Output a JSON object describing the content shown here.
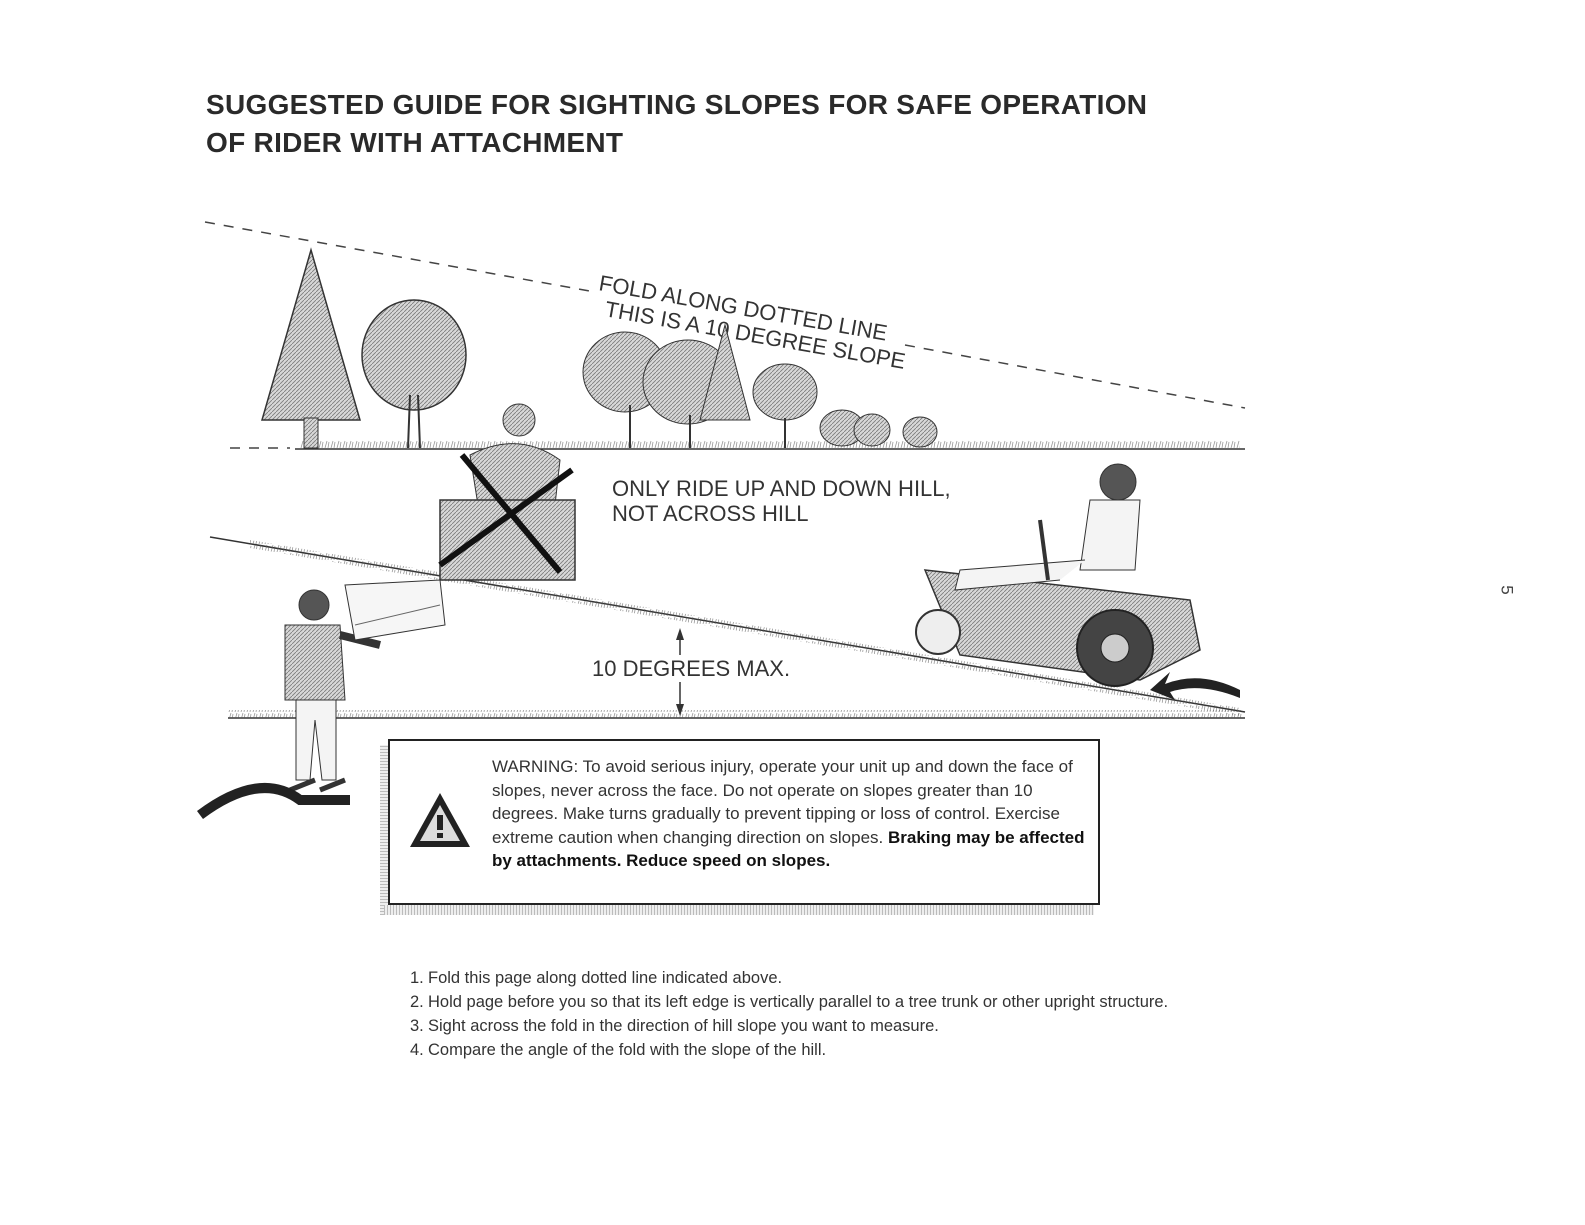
{
  "title": {
    "line1": "SUGGESTED GUIDE FOR SIGHTING SLOPES FOR SAFE OPERATION",
    "line2": "OF RIDER WITH ATTACHMENT"
  },
  "fold_labels": {
    "line1": "FOLD ALONG DOTTED LINE",
    "line2": "THIS IS A 10 DEGREE SLOPE"
  },
  "ride_instruction": {
    "line1": "ONLY RIDE UP AND DOWN HILL,",
    "line2": "NOT ACROSS HILL"
  },
  "max_angle_label": "10 DEGREES MAX.",
  "page_number": "5",
  "warning": {
    "text_regular": "WARNING: To avoid serious injury, operate your unit up and down the face of slopes, never across the face. Do not operate on slopes greater than 10 degrees. Make turns gradually to prevent tipping or loss of control. Exercise extreme caution when changing direction on slopes.",
    "text_bold": "Braking may be affected by attachments. Reduce speed on slopes.",
    "icon": "warning-triangle-icon"
  },
  "steps": [
    {
      "num": "1.",
      "text": "Fold this page along dotted line indicated above."
    },
    {
      "num": "2.",
      "text": "Hold page before you so that its left edge is vertically parallel to a tree trunk or other upright structure."
    },
    {
      "num": "3.",
      "text": "Sight across the fold in the direction of hill slope you want to measure."
    },
    {
      "num": "4.",
      "text": "Compare the angle of the fold with the slope of the hill."
    }
  ]
}
